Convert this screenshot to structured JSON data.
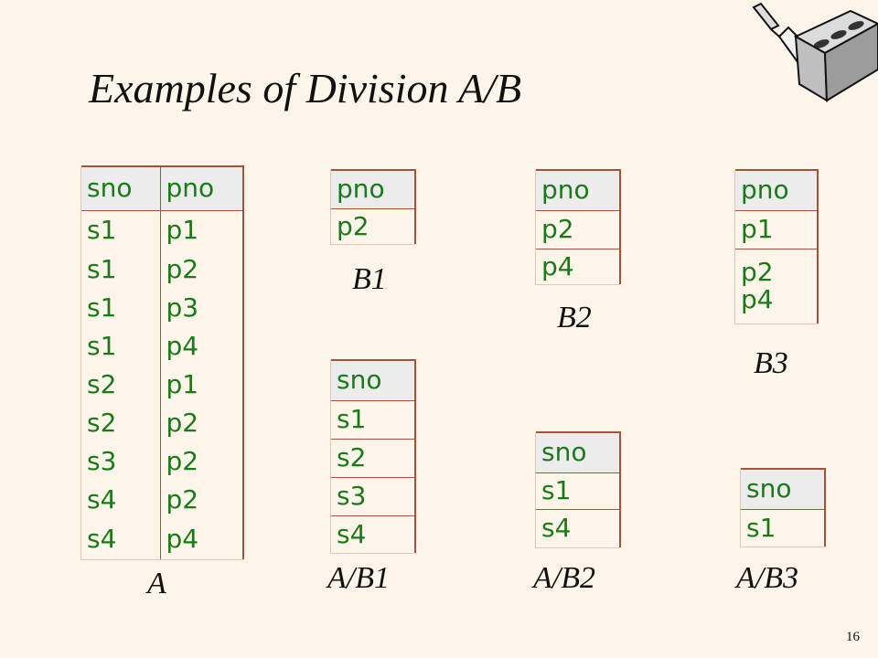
{
  "slide": {
    "title": "Examples of Division A/B",
    "page_number": "16"
  },
  "table_A": {
    "caption": "A",
    "headers": [
      "sno",
      "pno"
    ],
    "rows": [
      [
        "s1",
        "p1"
      ],
      [
        "s1",
        "p2"
      ],
      [
        "s1",
        "p3"
      ],
      [
        "s1",
        "p4"
      ],
      [
        "s2",
        "p1"
      ],
      [
        "s2",
        "p2"
      ],
      [
        "s3",
        "p2"
      ],
      [
        "s4",
        "p2"
      ],
      [
        "s4",
        "p4"
      ]
    ]
  },
  "table_B1": {
    "caption": "B1",
    "header": "pno",
    "rows": [
      "p2"
    ]
  },
  "table_B2": {
    "caption": "B2",
    "header": "pno",
    "rows": [
      "p2",
      "p4"
    ]
  },
  "table_B3": {
    "caption": "B3",
    "header": "pno",
    "rows": [
      "p1",
      "p2",
      "p4"
    ]
  },
  "table_AB1": {
    "caption": "A/B1",
    "header": "sno",
    "rows": [
      "s1",
      "s2",
      "s3",
      "s4"
    ]
  },
  "table_AB2": {
    "caption": "A/B2",
    "header": "sno",
    "rows": [
      "s1",
      "s4"
    ]
  },
  "table_AB3": {
    "caption": "A/B3",
    "header": "sno",
    "rows": [
      "s1"
    ]
  },
  "colors": {
    "background": "#fdf5e9",
    "table_border": "#a5523a",
    "cell_text": "#1a7a1a",
    "header_fill": "#ececec"
  },
  "icons": {
    "logo": "brick-and-trowel-icon"
  }
}
